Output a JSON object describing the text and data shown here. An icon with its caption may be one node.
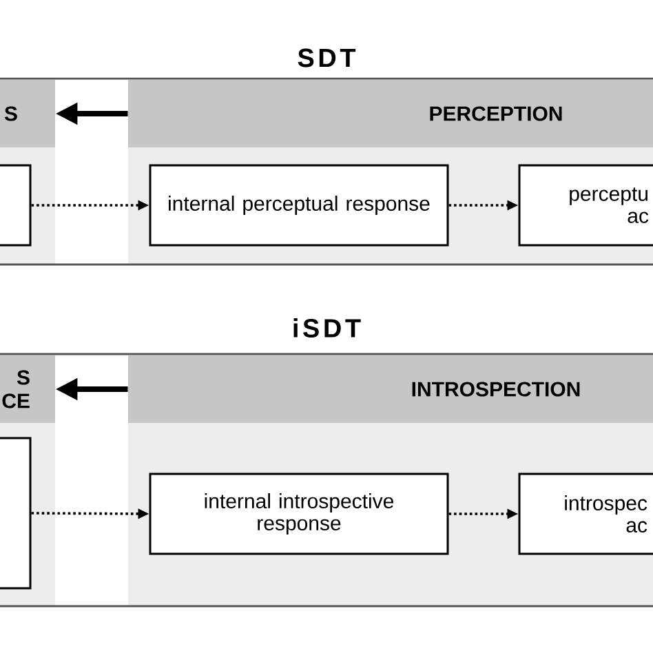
{
  "diagram": {
    "nodes": [
      {
        "text": [
          "S"
        ]
      },
      {
        "text": [
          "PERCEPTION"
        ]
      },
      {
        "text": [],
        "shape": "box"
      },
      {
        "text": [
          "internal perceptual response"
        ]
      },
      {
        "text": [
          "perceptu ac"
        ]
      },
      {
        "text": [
          "S CE"
        ]
      },
      {
        "text": [
          "INTROSPECTION"
        ]
      },
      {
        "text": [],
        "shape": "box"
      },
      {
        "text": [
          "internal introspective response"
        ]
      },
      {
        "text": [
          "introspec ac"
        ]
      }
    ],
    "edges": [
      {
        "from": 1,
        "to": 0,
        "arrow": "to",
        "style": "thick"
      },
      {
        "from": 2,
        "to": 3,
        "arrow": "to",
        "style": "dashed"
      },
      {
        "from": 3,
        "to": 4,
        "arrow": "to",
        "style": "dashed"
      },
      {
        "from": 6,
        "to": 5,
        "arrow": "to",
        "style": "thick"
      },
      {
        "from": 7,
        "to": 8,
        "arrow": "to",
        "style": "dashed"
      },
      {
        "from": 8,
        "to": 9,
        "arrow": "to",
        "style": "dashed"
      }
    ],
    "labels": [
      "SDT",
      "iSDT"
    ]
  }
}
